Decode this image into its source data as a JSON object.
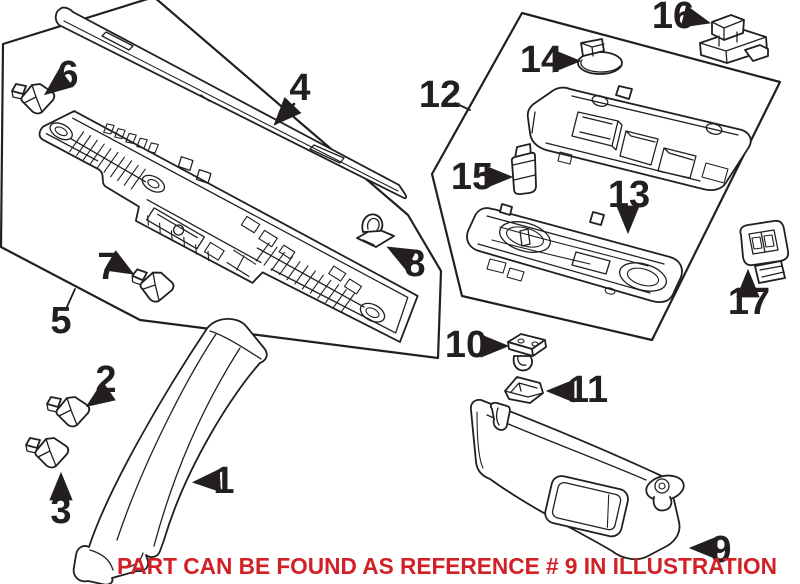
{
  "diagram": {
    "background_color": "#ffffff",
    "line_color": "#231f20",
    "caption": {
      "text": "PART CAN BE FOUND AS REFERENCE # 9 IN ILLUSTRATION",
      "color": "#d22027"
    },
    "callouts": [
      {
        "label": "1"
      },
      {
        "label": "2"
      },
      {
        "label": "3"
      },
      {
        "label": "4"
      },
      {
        "label": "5"
      },
      {
        "label": "6"
      },
      {
        "label": "7"
      },
      {
        "label": "8"
      },
      {
        "label": "9"
      },
      {
        "label": "10"
      },
      {
        "label": "11"
      },
      {
        "label": "12"
      },
      {
        "label": "13"
      },
      {
        "label": "14"
      },
      {
        "label": "15"
      },
      {
        "label": "16"
      },
      {
        "label": "17"
      }
    ]
  }
}
